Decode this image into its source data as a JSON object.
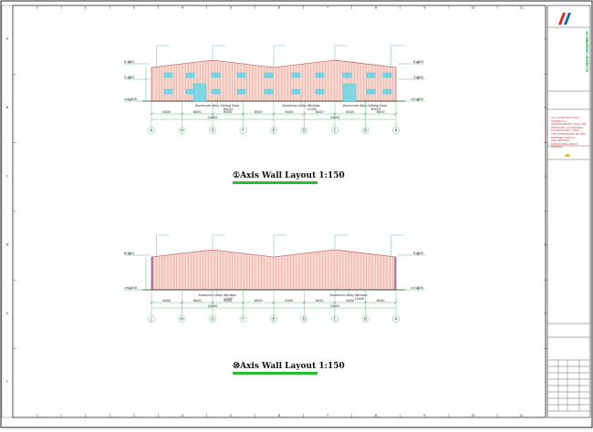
{
  "drawing": {
    "layout1_title": "①Axis Wall Layout 1:150",
    "layout2_title": "⑩Axis Wall Layout 1:150",
    "grid_columns_top": [
      "1",
      "2",
      "3",
      "4",
      "5",
      "6",
      "7",
      "8",
      "9",
      "10",
      "11"
    ],
    "grid_rows_left": [
      "A",
      "B",
      "C",
      "D",
      "E",
      "F"
    ],
    "elevation1": {
      "levels": [
        "6.000",
        "3.000",
        "±0.000"
      ],
      "levels_right": [
        "6.000",
        "3.000",
        "±0.000"
      ],
      "door_labels": [
        "Aluminum Alloy Sliding Door",
        "Aluminum Alloy Window"
      ],
      "door_codes": [
        "M3025",
        "C2050",
        "M3025"
      ],
      "dims": [
        "6000",
        "6000",
        "6000",
        "6000",
        "6000",
        "6000",
        "6000",
        "6000"
      ],
      "total_dims": [
        "24000",
        "24000"
      ],
      "axis_labels": [
        "A",
        "H",
        "G",
        "F",
        "E",
        "D",
        "C",
        "B",
        "A"
      ]
    },
    "elevation2": {
      "levels": [
        "6.000",
        "±0.000"
      ],
      "levels_right": [
        "6.000",
        "±0.000"
      ],
      "window_labels": [
        "Aluminum Alloy Window",
        "Aluminum Alloy Window"
      ],
      "window_codes": [
        "C2050",
        "C2050"
      ],
      "dims": [
        "6000",
        "6000",
        "6000",
        "6000",
        "6000",
        "6000",
        "6000",
        "6000"
      ],
      "total_dims": [
        "24000",
        "24000"
      ],
      "axis_labels": [
        "J",
        "H",
        "G",
        "F",
        "E",
        "D",
        "C",
        "B",
        "A"
      ]
    },
    "title_block": {
      "company": "民兴建筑钢结构工程有限公司",
      "notes_1": "ALL CONSTRUCTION MATERIALS, WORKMANSHIP SHALL BE PROVIDED ACCORDING TO RELEVANT CODE.",
      "notes_2": "THE DIMENSIONS IN THIS DRAWING ARE IN MILLIMETERS, ELEVATIONS ARE IN METERS."
    },
    "colors": {
      "wall": "#f7d7cf",
      "ribs": "#d48a7a",
      "window": "#7fd6e3",
      "dim": "#22b84a",
      "frame": "#222222"
    }
  }
}
